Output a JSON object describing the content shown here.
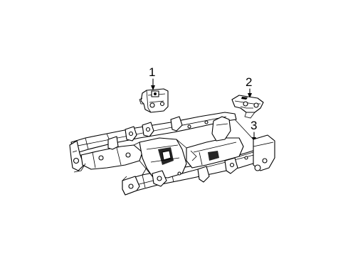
{
  "callouts": [
    {
      "id": "1",
      "label": "1"
    },
    {
      "id": "2",
      "label": "2"
    },
    {
      "id": "3",
      "label": "3"
    }
  ],
  "colors": {
    "background": "#ffffff",
    "ink": "#000000"
  }
}
